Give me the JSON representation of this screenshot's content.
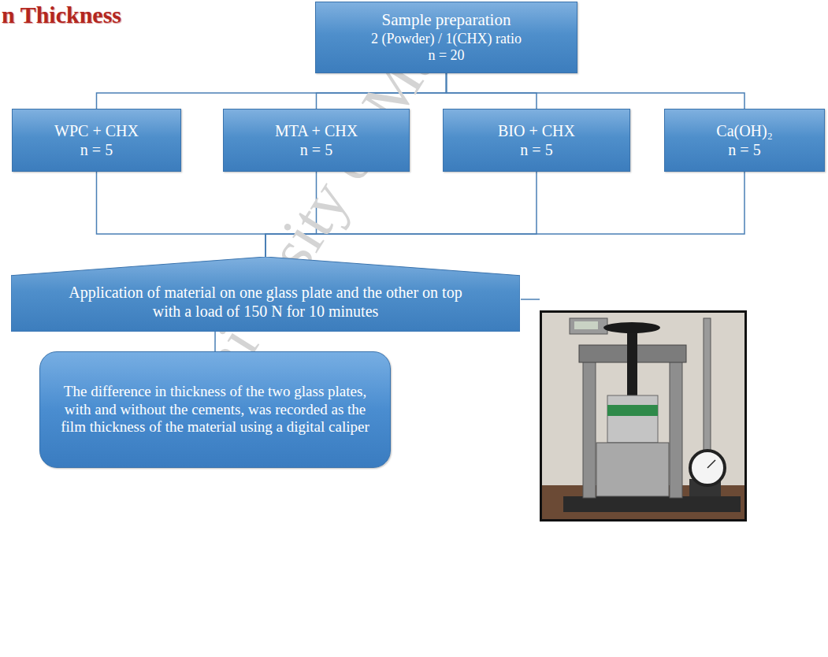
{
  "diagram": {
    "title": "n Thickness",
    "nodes": [
      {
        "text": [
          "Sample preparation",
          "2 (Powder) / 1(CHX) ratio",
          "n = 20"
        ]
      },
      {
        "text": [
          "WPC + CHX",
          "n = 5"
        ]
      },
      {
        "text": [
          "MTA + CHX",
          "n = 5"
        ]
      },
      {
        "text": [
          "BIO + CHX",
          "n = 5"
        ]
      },
      {
        "text": [
          "Ca(OH)₂",
          "n = 5"
        ]
      },
      {
        "text": [
          "Application of material on one glass plate and the other on top with a load of 150 N for 10 minutes"
        ]
      },
      {
        "text": [
          "The difference in thickness of the two glass plates, with and without the cements, was recorded as the film thickness of the material using a digital caliper"
        ]
      }
    ],
    "edges": [
      {
        "from": 0,
        "to": 1,
        "arrow": "none"
      },
      {
        "from": 0,
        "to": 2,
        "arrow": "none"
      },
      {
        "from": 0,
        "to": 3,
        "arrow": "none"
      },
      {
        "from": 0,
        "to": 4,
        "arrow": "none"
      },
      {
        "from": 1,
        "to": 5,
        "arrow": "none"
      },
      {
        "from": 2,
        "to": 5,
        "arrow": "none"
      },
      {
        "from": 3,
        "to": 5,
        "arrow": "none"
      },
      {
        "from": 4,
        "to": 5,
        "arrow": "none"
      },
      {
        "from": 5,
        "to": 6,
        "arrow": "none"
      }
    ],
    "labels": [
      "University of Ma"
    ]
  }
}
